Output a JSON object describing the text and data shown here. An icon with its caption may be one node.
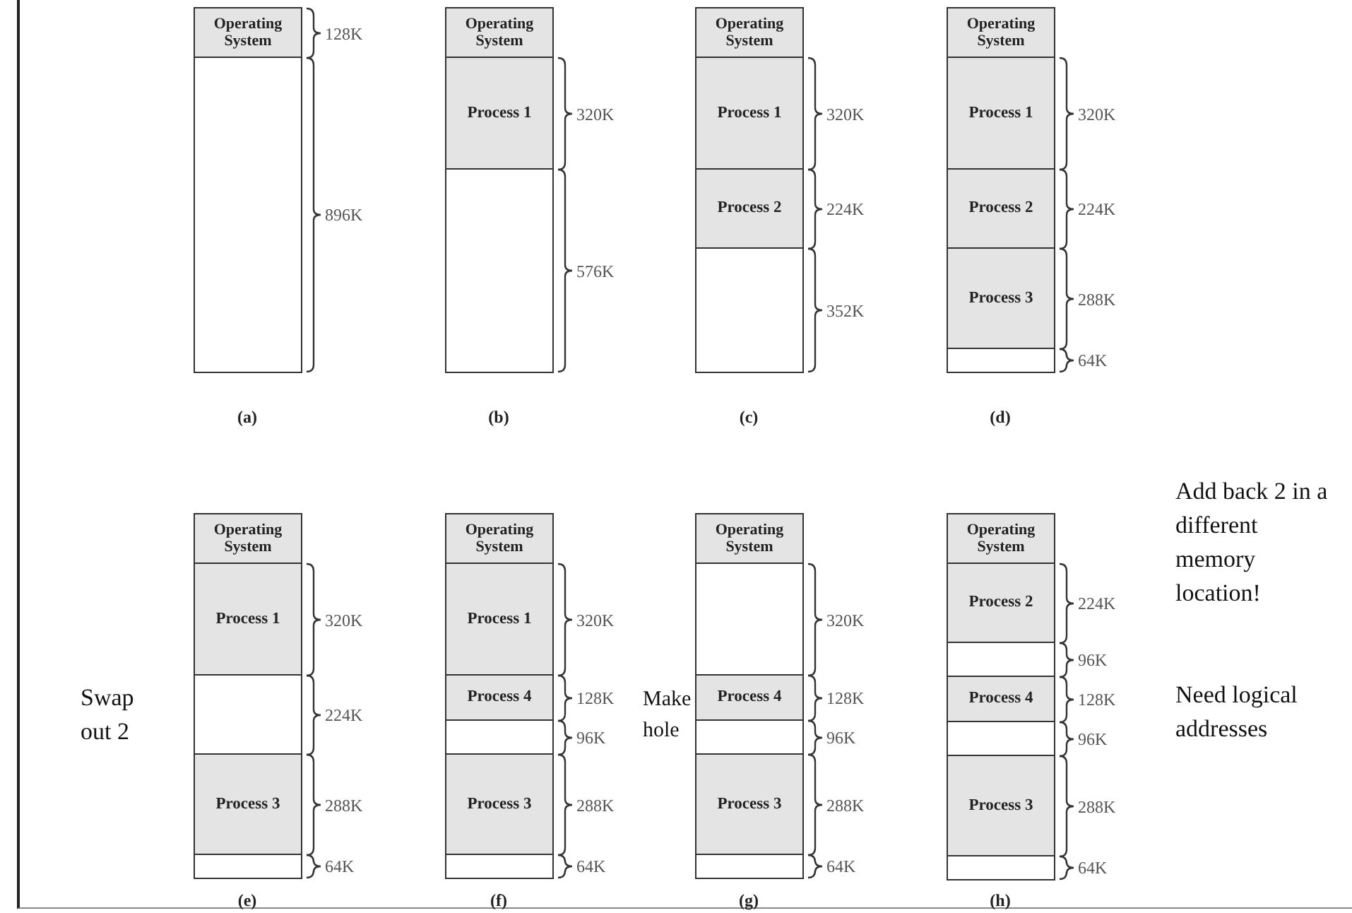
{
  "diagram": {
    "nodes": [
      {
        "text": [
          "Operating System"
        ],
        "beside": [
          "128K"
        ]
      },
      {
        "text": [],
        "shape": "box",
        "beside": [
          "896K"
        ]
      },
      {
        "text": [
          "Operating System"
        ]
      },
      {
        "text": [
          "Process 1"
        ],
        "beside": [
          "320K"
        ]
      },
      {
        "text": [],
        "shape": "box",
        "beside": [
          "576K"
        ]
      },
      {
        "text": [
          "Operating System"
        ]
      },
      {
        "text": [
          "Process 1"
        ],
        "beside": [
          "320K"
        ]
      },
      {
        "text": [
          "Process 2"
        ],
        "beside": [
          "224K"
        ]
      },
      {
        "text": [],
        "shape": "box",
        "beside": [
          "352K"
        ]
      },
      {
        "text": [
          "Operating System"
        ]
      },
      {
        "text": [
          "Process 1"
        ],
        "beside": [
          "320K"
        ]
      },
      {
        "text": [
          "Process 2"
        ],
        "beside": [
          "224K"
        ]
      },
      {
        "text": [
          "Process 3"
        ],
        "beside": [
          "288K"
        ]
      },
      {
        "text": [],
        "shape": "box",
        "beside": [
          "64K"
        ]
      },
      {
        "text": [
          "Operating System"
        ]
      },
      {
        "text": [
          "Process 1"
        ],
        "beside": [
          "320K"
        ]
      },
      {
        "text": [],
        "shape": "box",
        "beside": [
          "224K"
        ]
      },
      {
        "text": [
          "Process 3"
        ],
        "beside": [
          "288K"
        ]
      },
      {
        "text": [],
        "shape": "box",
        "beside": [
          "64K"
        ]
      },
      {
        "text": [
          "Operating System"
        ]
      },
      {
        "text": [
          "Process 1"
        ],
        "beside": [
          "320K"
        ]
      },
      {
        "text": [
          "Process 4"
        ],
        "beside": [
          "128K"
        ]
      },
      {
        "text": [],
        "shape": "box",
        "beside": [
          "96K"
        ]
      },
      {
        "text": [
          "Process 3"
        ],
        "beside": [
          "288K"
        ]
      },
      {
        "text": [],
        "shape": "box",
        "beside": [
          "64K"
        ]
      },
      {
        "text": [
          "Operating System"
        ]
      },
      {
        "text": [],
        "shape": "box",
        "beside": [
          "320K"
        ]
      },
      {
        "text": [
          "Process 4"
        ],
        "beside": [
          "128K"
        ]
      },
      {
        "text": [],
        "shape": "box",
        "beside": [
          "96K"
        ]
      },
      {
        "text": [
          "Process 3"
        ],
        "beside": [
          "288K"
        ]
      },
      {
        "text": [],
        "shape": "box",
        "beside": [
          "64K"
        ]
      },
      {
        "text": [
          "Operating System"
        ]
      },
      {
        "text": [
          "Process 2"
        ],
        "beside": [
          "224K"
        ]
      },
      {
        "text": [],
        "shape": "box",
        "beside": [
          "96K"
        ]
      },
      {
        "text": [
          "Process 4"
        ],
        "beside": [
          "128K"
        ]
      },
      {
        "text": [],
        "shape": "box",
        "beside": [
          "96K"
        ]
      },
      {
        "text": [
          "Process 3"
        ],
        "beside": [
          "288K"
        ]
      },
      {
        "text": [],
        "shape": "box",
        "beside": [
          "64K"
        ]
      }
    ],
    "labels": [
      "(a)",
      "(b)",
      "(c)",
      "(d)",
      "Add back 2 in a different memory location!",
      "Swap out 2",
      "Make hole",
      "Need logical addresses",
      "(e)",
      "(f)",
      "(g)",
      "(h)"
    ]
  }
}
